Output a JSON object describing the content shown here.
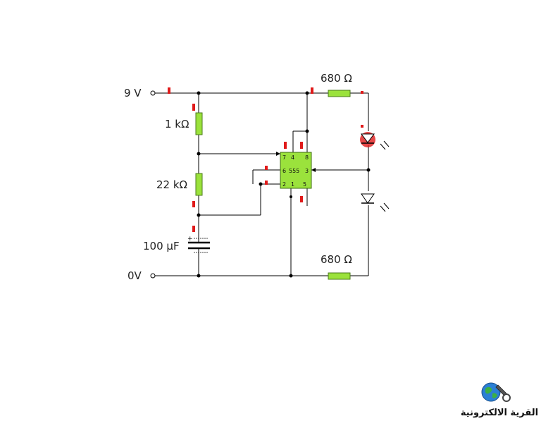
{
  "labels": {
    "supply_pos": "9 V",
    "supply_gnd": "0V",
    "r1": "1 kΩ",
    "r2": "22 kΩ",
    "cap": "100 μF",
    "r_top": "680 Ω",
    "r_bottom": "680 Ω"
  },
  "ic": {
    "name": "555",
    "pins": [
      "7",
      "4",
      "8",
      "6",
      "3",
      "2",
      "1",
      "5"
    ]
  },
  "logo": {
    "text": "القرية الالكترونية",
    "icon": "globe-wrench-icon"
  },
  "colors": {
    "resistor": "#9be23c",
    "ic_body": "#9be23c",
    "probe": "#e01a1a",
    "led_glow": "#e01a1a"
  }
}
